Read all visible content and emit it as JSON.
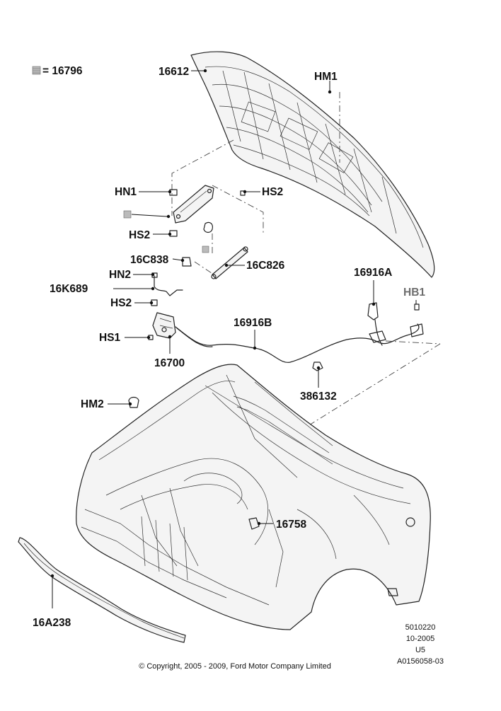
{
  "legend": {
    "text": "= 16796",
    "swatch": "hatched-square-icon"
  },
  "labels": {
    "hood": "16612",
    "hm1": "HM1",
    "hn1": "HN1",
    "hs2_top": "HS2",
    "hs2_mid": "HS2",
    "c838": "16C838",
    "c826": "16C826",
    "hn2": "HN2",
    "k689": "16K689",
    "hs2_low": "HS2",
    "hs1": "HS1",
    "latch": "16700",
    "cable_b": "16916B",
    "cable_a": "16916A",
    "hb1": "HB1",
    "clip": "386132",
    "hm2": "HM2",
    "bumper": "16758",
    "seal": "16A238"
  },
  "info": {
    "line1": "5010220",
    "line2": "10-2005",
    "line3": "U5",
    "line4": "A0156058-03"
  },
  "copyright": "© Copyright, 2005 - 2009, Ford Motor Company Limited",
  "colors": {
    "ink": "#111111",
    "grey_label": "#6e6e6e",
    "background": "#ffffff"
  }
}
